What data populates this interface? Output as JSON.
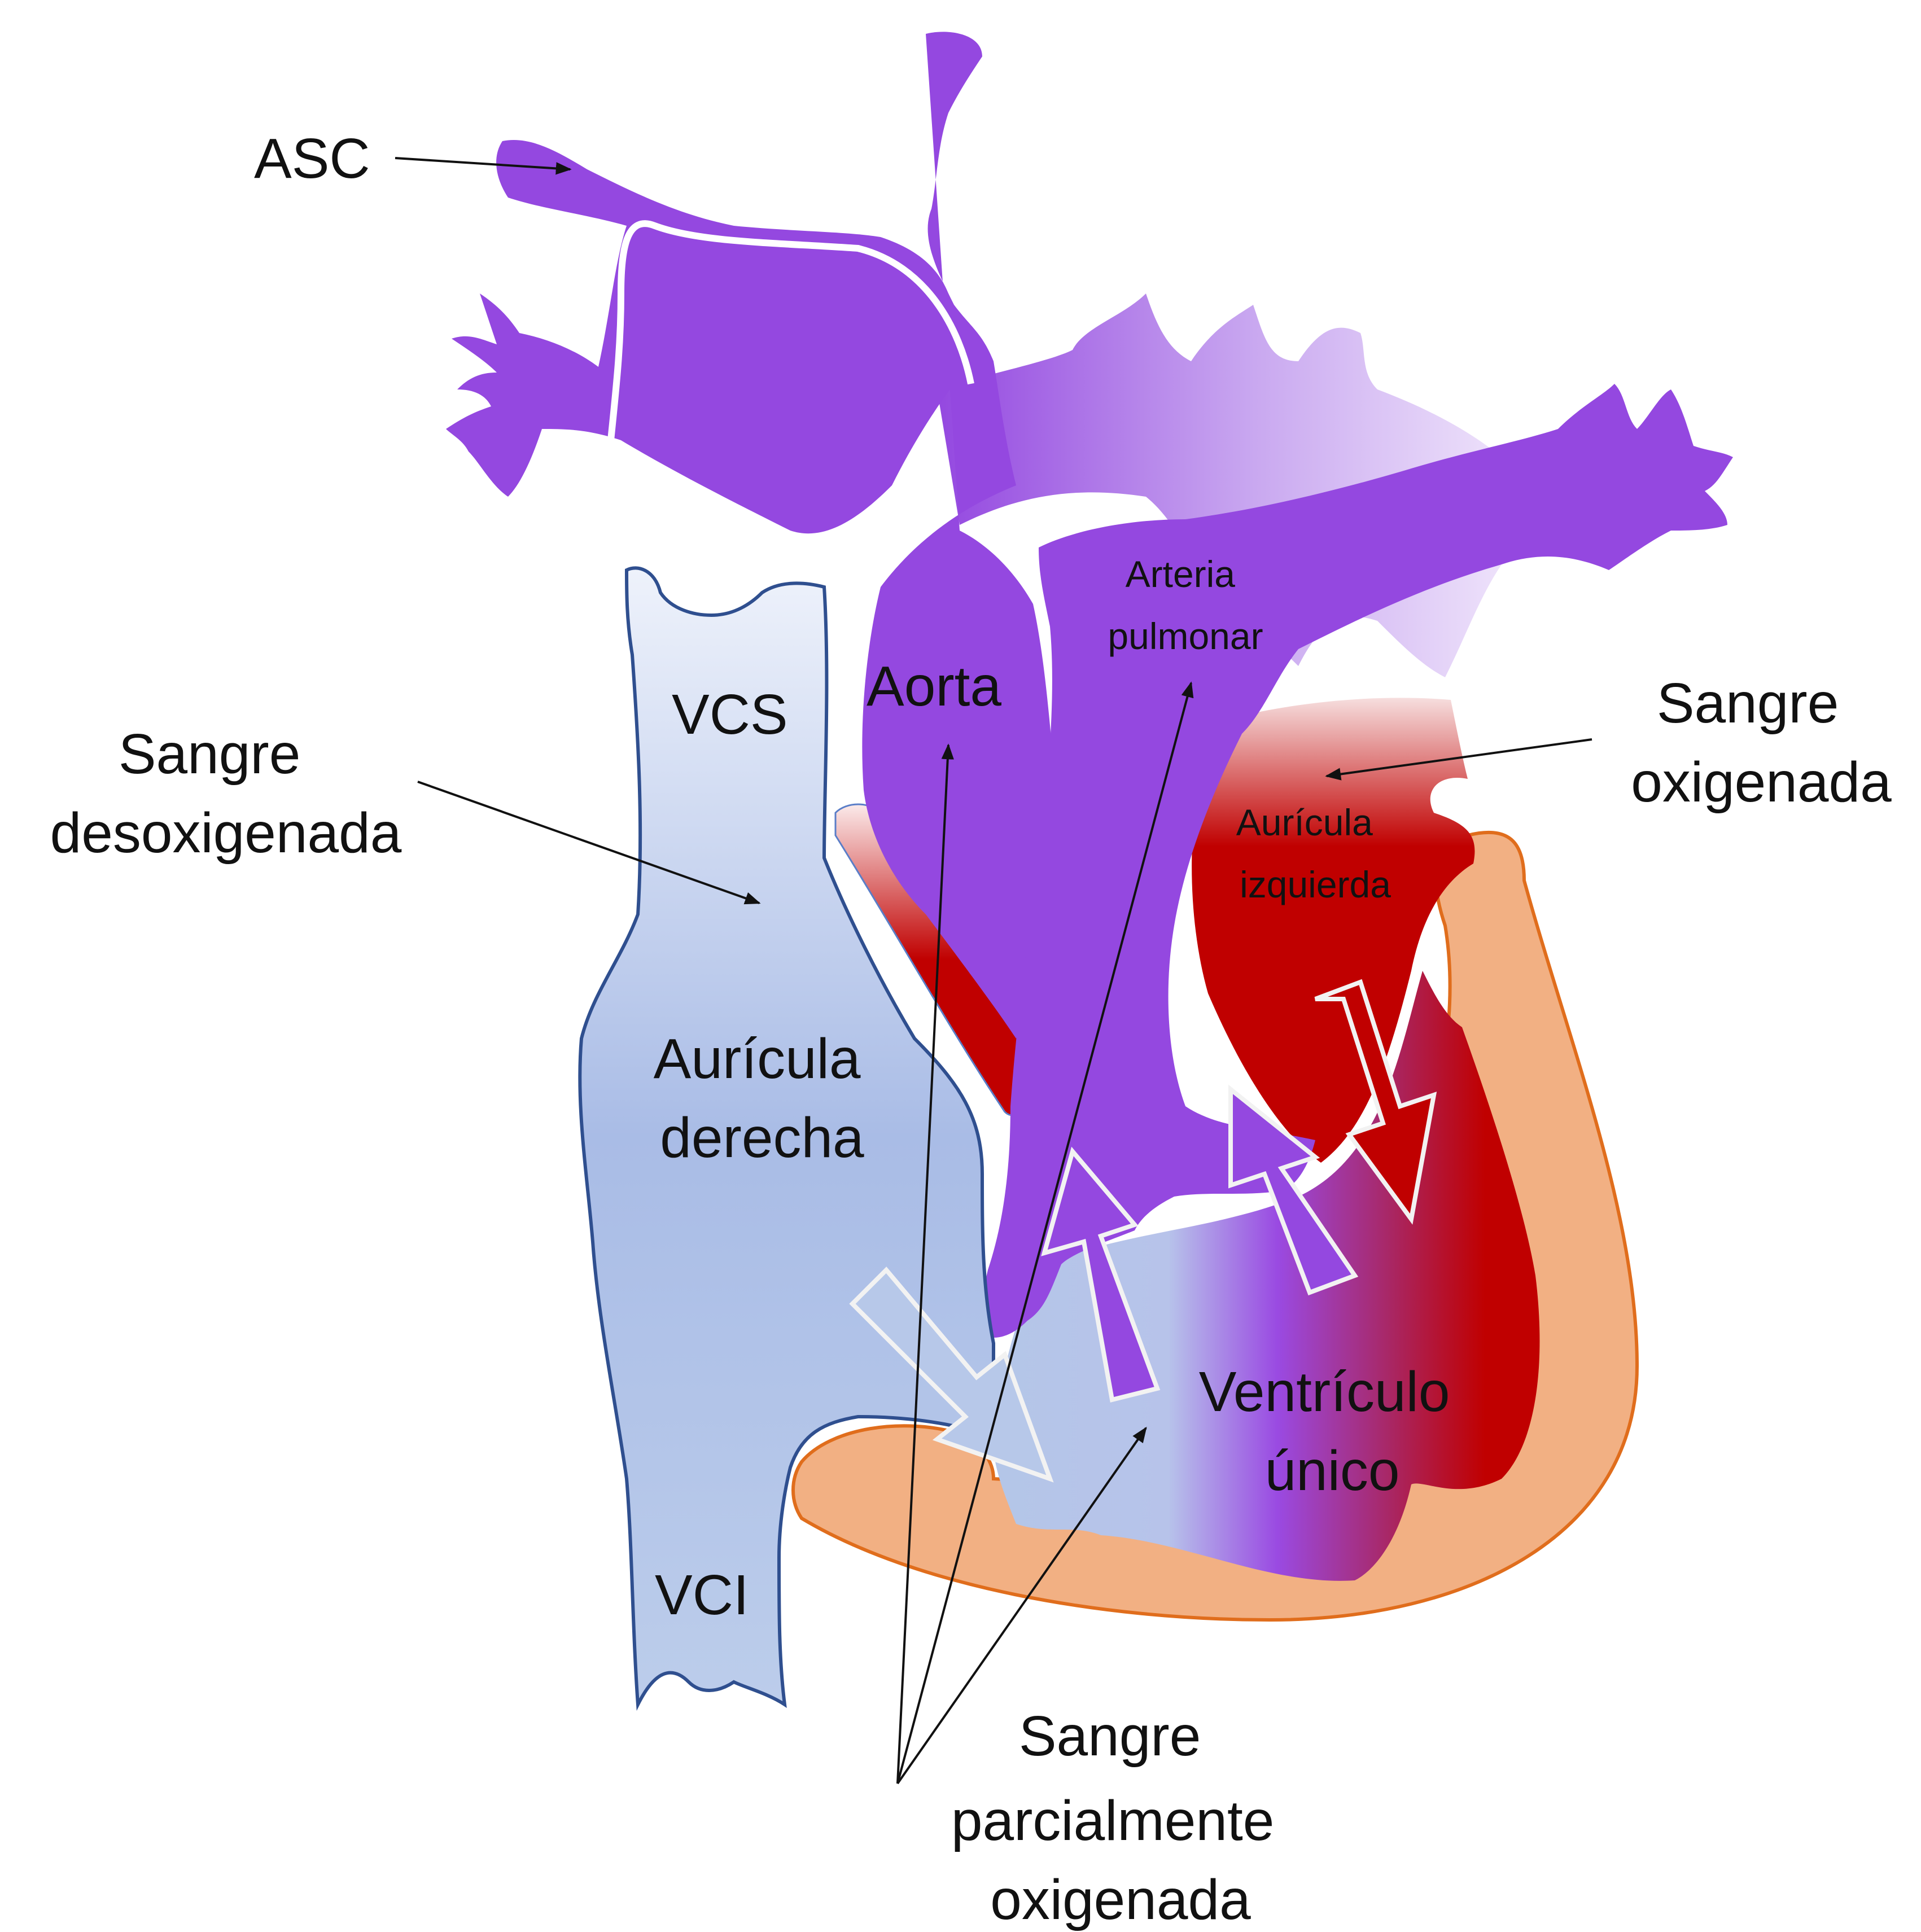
{
  "labels": {
    "asc": "ASC",
    "vcs": "VCS",
    "aorta": "Aorta",
    "arteria_pulmonar": [
      "Arteria",
      "pulmonar"
    ],
    "sangre_oxigenada": [
      "Sangre",
      "oxigenada"
    ],
    "auricula_izquierda": [
      "Aurícula",
      "izquierda"
    ],
    "sangre_desoxigenada": [
      "Sangre",
      "desoxigenada"
    ],
    "auricula_derecha": [
      "Aurícula",
      "derecha"
    ],
    "ventriculo_unico": [
      "Ventrículo",
      "único"
    ],
    "vci": "VCI",
    "sangre_parcialmente_oxigenada": [
      "Sangre",
      "parcialmente",
      "oxigenada"
    ]
  },
  "colors": {
    "mixed_purple": "#9448e0",
    "deoxygenated_blue": "#aabde6",
    "oxygenated_red": "#c00000",
    "myocardium": "#f2b083",
    "myocardium_outline": "#e06d1c"
  }
}
